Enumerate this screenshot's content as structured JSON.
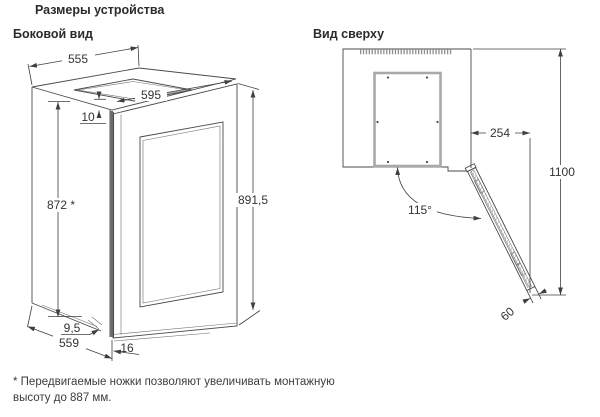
{
  "title": "Размеры устройства",
  "side_view": {
    "label": "Боковой вид",
    "dims": {
      "depth_top": "555",
      "niche_width": "595",
      "top_clearance": "10",
      "height_adjustable": "872 *",
      "height_front": "891,5",
      "plinth_recess": "9,5",
      "depth_bottom": "559",
      "door_overhang": "16"
    }
  },
  "top_view": {
    "label": "Вид сверху",
    "dims": {
      "hinge_clearance": "254",
      "depth_door_open": "1100",
      "opening_angle": "115°",
      "door_thickness": "60"
    }
  },
  "footnote": "* Передвигаемые ножки позволяют увеличивать монтажную высоту до 887 мм."
}
